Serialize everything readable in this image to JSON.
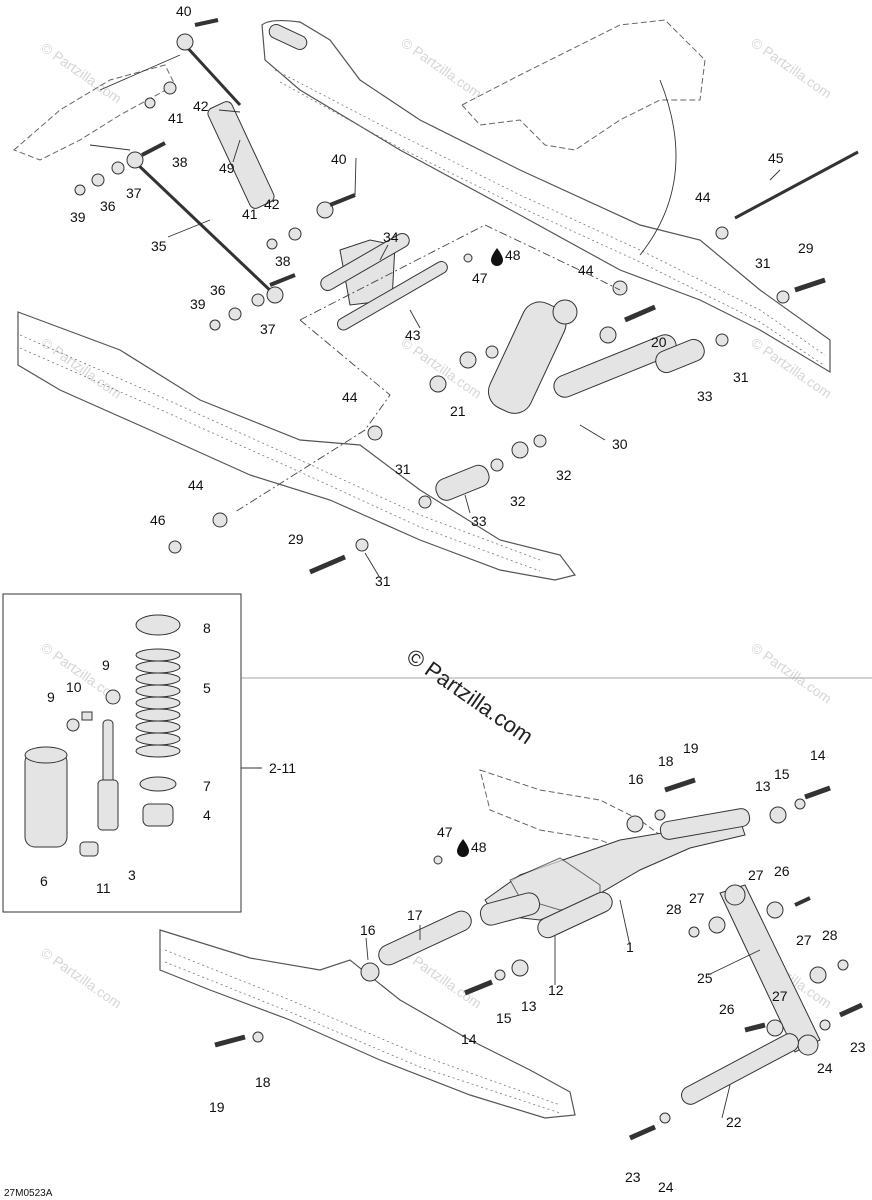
{
  "diagram_code": "27M0523A",
  "watermark_main": "© Partzilla.com",
  "watermark_small": "© Partzilla.com",
  "drop_icon": "oil-drop-icon",
  "callouts_top": [
    {
      "id": "c40a",
      "text": "40"
    },
    {
      "id": "c42a",
      "text": "42"
    },
    {
      "id": "c41a",
      "text": "41"
    },
    {
      "id": "c38a",
      "text": "38"
    },
    {
      "id": "c49",
      "text": "49"
    },
    {
      "id": "c40b",
      "text": "40"
    },
    {
      "id": "c42b",
      "text": "42"
    },
    {
      "id": "c41b",
      "text": "41"
    },
    {
      "id": "c39a",
      "text": "39"
    },
    {
      "id": "c36a",
      "text": "36"
    },
    {
      "id": "c37a",
      "text": "37"
    },
    {
      "id": "c35",
      "text": "35"
    },
    {
      "id": "c34",
      "text": "34"
    },
    {
      "id": "c38b",
      "text": "38"
    },
    {
      "id": "c39b",
      "text": "39"
    },
    {
      "id": "c36b",
      "text": "36"
    },
    {
      "id": "c37b",
      "text": "37"
    },
    {
      "id": "c43",
      "text": "43"
    },
    {
      "id": "c47a",
      "text": "47"
    },
    {
      "id": "c48a",
      "text": "48"
    },
    {
      "id": "c44a",
      "text": "44"
    },
    {
      "id": "c20",
      "text": "20"
    },
    {
      "id": "c45",
      "text": "45"
    },
    {
      "id": "c44b",
      "text": "44"
    },
    {
      "id": "c29a",
      "text": "29"
    },
    {
      "id": "c31a",
      "text": "31"
    },
    {
      "id": "c31b",
      "text": "31"
    },
    {
      "id": "c33a",
      "text": "33"
    },
    {
      "id": "c21",
      "text": "21"
    },
    {
      "id": "c30",
      "text": "30"
    },
    {
      "id": "c32a",
      "text": "32"
    },
    {
      "id": "c44c",
      "text": "44"
    },
    {
      "id": "c31c",
      "text": "31"
    },
    {
      "id": "c32b",
      "text": "32"
    },
    {
      "id": "c33b",
      "text": "33"
    },
    {
      "id": "c44d",
      "text": "44"
    },
    {
      "id": "c46",
      "text": "46"
    },
    {
      "id": "c29b",
      "text": "29"
    },
    {
      "id": "c31d",
      "text": "31"
    }
  ],
  "callouts_inset": [
    {
      "id": "c8",
      "text": "8"
    },
    {
      "id": "c9a",
      "text": "9"
    },
    {
      "id": "c9b",
      "text": "9"
    },
    {
      "id": "c10",
      "text": "10"
    },
    {
      "id": "c5",
      "text": "5"
    },
    {
      "id": "c2_11",
      "text": "2-11"
    },
    {
      "id": "c7",
      "text": "7"
    },
    {
      "id": "c4",
      "text": "4"
    },
    {
      "id": "c6",
      "text": "6"
    },
    {
      "id": "c11",
      "text": "11"
    },
    {
      "id": "c3",
      "text": "3"
    }
  ],
  "callouts_bottom": [
    {
      "id": "c19a",
      "text": "19"
    },
    {
      "id": "c18a",
      "text": "18"
    },
    {
      "id": "c16a",
      "text": "16"
    },
    {
      "id": "c14a",
      "text": "14"
    },
    {
      "id": "c15a",
      "text": "15"
    },
    {
      "id": "c13a",
      "text": "13"
    },
    {
      "id": "c47b",
      "text": "47"
    },
    {
      "id": "c48b",
      "text": "48"
    },
    {
      "id": "c26a",
      "text": "26"
    },
    {
      "id": "c27a",
      "text": "27"
    },
    {
      "id": "c27b",
      "text": "27"
    },
    {
      "id": "c28a",
      "text": "28"
    },
    {
      "id": "c17",
      "text": "17"
    },
    {
      "id": "c16b",
      "text": "16"
    },
    {
      "id": "c1",
      "text": "1"
    },
    {
      "id": "c27c",
      "text": "27"
    },
    {
      "id": "c28b",
      "text": "28"
    },
    {
      "id": "c25",
      "text": "25"
    },
    {
      "id": "c12",
      "text": "12"
    },
    {
      "id": "c13b",
      "text": "13"
    },
    {
      "id": "c15b",
      "text": "15"
    },
    {
      "id": "c14b",
      "text": "14"
    },
    {
      "id": "c27d",
      "text": "27"
    },
    {
      "id": "c26b",
      "text": "26"
    },
    {
      "id": "c23a",
      "text": "23"
    },
    {
      "id": "c24a",
      "text": "24"
    },
    {
      "id": "c19b",
      "text": "19"
    },
    {
      "id": "c18b",
      "text": "18"
    },
    {
      "id": "c22",
      "text": "22"
    },
    {
      "id": "c23b",
      "text": "23"
    },
    {
      "id": "c24b",
      "text": "24"
    }
  ]
}
